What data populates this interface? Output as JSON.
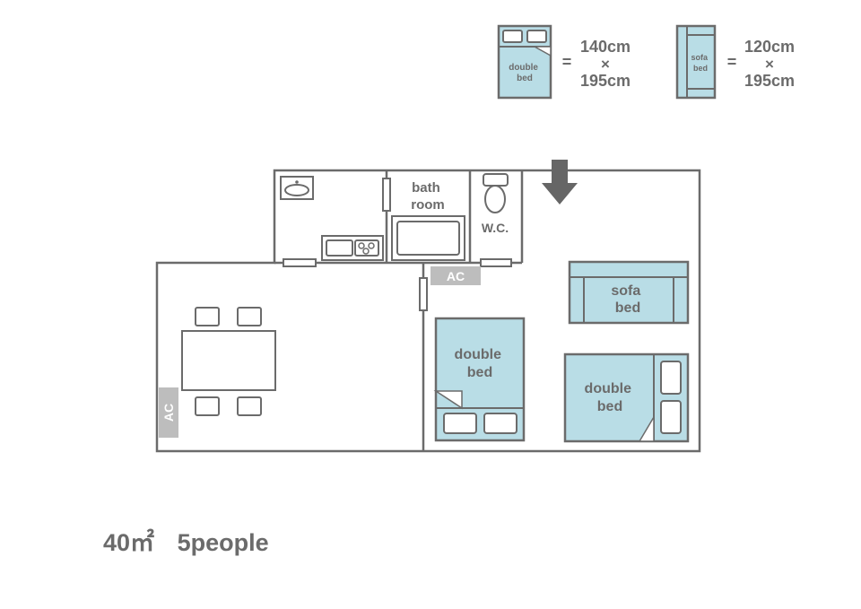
{
  "legend": {
    "double": {
      "bed_label": "double\nbed",
      "equals": "=",
      "width": "140cm",
      "times": "×",
      "length": "195cm"
    },
    "sofa": {
      "bed_label": "sofa\nbed",
      "equals": "=",
      "width": "120cm",
      "times": "×",
      "length": "195cm"
    }
  },
  "rooms": {
    "bathroom": "bath\nroom",
    "wc": "W.C.",
    "ac_top": "AC",
    "ac_left": "AC",
    "double_bed_1": "double\nbed",
    "double_bed_2": "double\nbed",
    "sofa_bed": "sofa\nbed"
  },
  "footer": {
    "area": "40㎡",
    "people": "5people"
  },
  "colors": {
    "wall": "#6b6b6b",
    "bed_fill": "#b9dde6",
    "ac_fill": "#bdbdbd",
    "arrow": "#666666"
  }
}
